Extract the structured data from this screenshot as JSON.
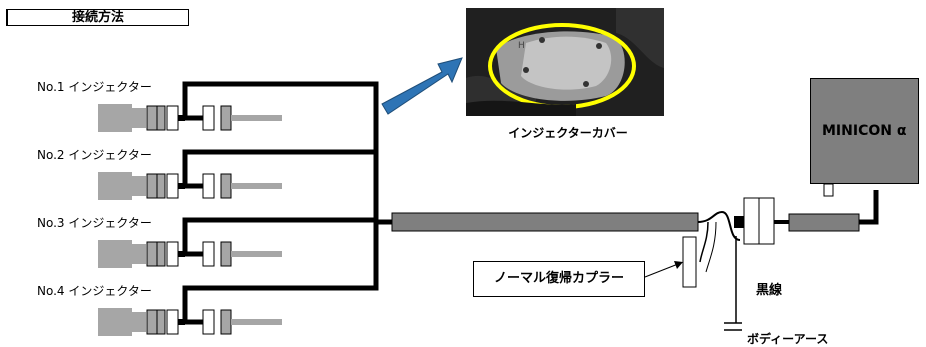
{
  "title": "接続方法",
  "injectors": [
    {
      "label": "No.1  インジェクター"
    },
    {
      "label": "No.2  インジェクター"
    },
    {
      "label": "No.3  インジェクター"
    },
    {
      "label": "No.4  インジェクター"
    }
  ],
  "photo": {
    "caption": "インジェクターカバー",
    "engraved_letter": "H"
  },
  "unit": {
    "label": "MINICON α"
  },
  "coupler": {
    "label": "ノーマル復帰カプラー"
  },
  "wire": {
    "label": "黒線"
  },
  "ground": {
    "label": "ボディーアース"
  },
  "colors": {
    "injector_body": "#a6a6a6",
    "harness": "#7f7f7f",
    "wire": "#000000",
    "arrow": "#2e74b5",
    "highlight": "#ffff00",
    "unit_box": "#7f7f7f"
  }
}
